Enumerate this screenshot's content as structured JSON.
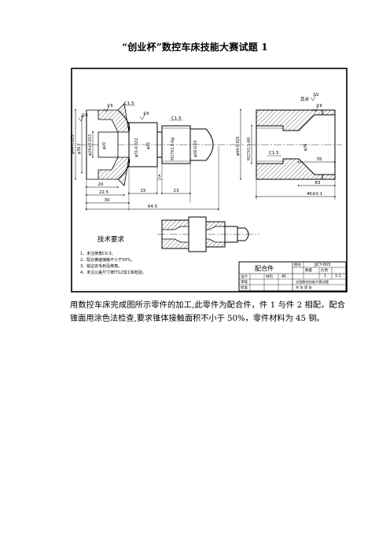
{
  "page": {
    "title": "“创业杯”数控车床技能大赛试题 1",
    "paragraph": "用数控车床完成图所示零件的加工,此零件为配合件，件 1 与件 2 相配，配合锥面用涂色法检查,要求锥体接触面积不小于 50%，零件材料为 45 钢。"
  },
  "drawing": {
    "dims_part1": {
      "c15_top": "C1.5",
      "ra_top": "1.6",
      "c15_mid": "C1.5",
      "ra_mid": "1.6",
      "ra_left": "1.6",
      "dia_outer": "φ44-0.025",
      "dia_cone": "φ36.7",
      "dia_bore": "φ24+0.033",
      "dia_inner": "φ20",
      "dia_shoulder": "φ31-0.022",
      "dia_neck": "φ22",
      "thread": "M27X1.5-6g",
      "dia_end": "φ26-0.03",
      "len_20": "20",
      "len_225": "22.5",
      "len_30": "30",
      "len_15": "15",
      "len_23": "23",
      "len_645": "64.5",
      "len_5": "5"
    },
    "dims_part2": {
      "rest_label": "其余",
      "ra_rest": "3.2",
      "ra_right": "1.6",
      "thread": "M27X1.5-6H",
      "dia_outer": "φ44-0.025",
      "dia_mid": "φ36",
      "chamfer": "C1.5",
      "len_35": "35",
      "len_83": "83",
      "len_46": "46±0.1"
    },
    "tech": {
      "heading": "技术要求",
      "items": [
        "1、未注倒角C0.3。",
        "2、配合锥面接触不小于50%。",
        "3、锐边去毛刺及倒角。",
        "4、未注公差尺寸按IT12加工和检验。"
      ]
    },
    "titleblock": {
      "name": "配合件",
      "drawing_no_label": "图号",
      "drawing_no": "JJCY-003",
      "ratio_label": "比例",
      "ratio": "1:1",
      "qty_label": "数量",
      "qty": "1",
      "material_label": "材料",
      "material": "45",
      "design_label": "设计",
      "check_label": "审核",
      "approve_label": "批准",
      "org": "全国数控技能大赛试题",
      "sheet_label": "共  张  第  张"
    }
  }
}
